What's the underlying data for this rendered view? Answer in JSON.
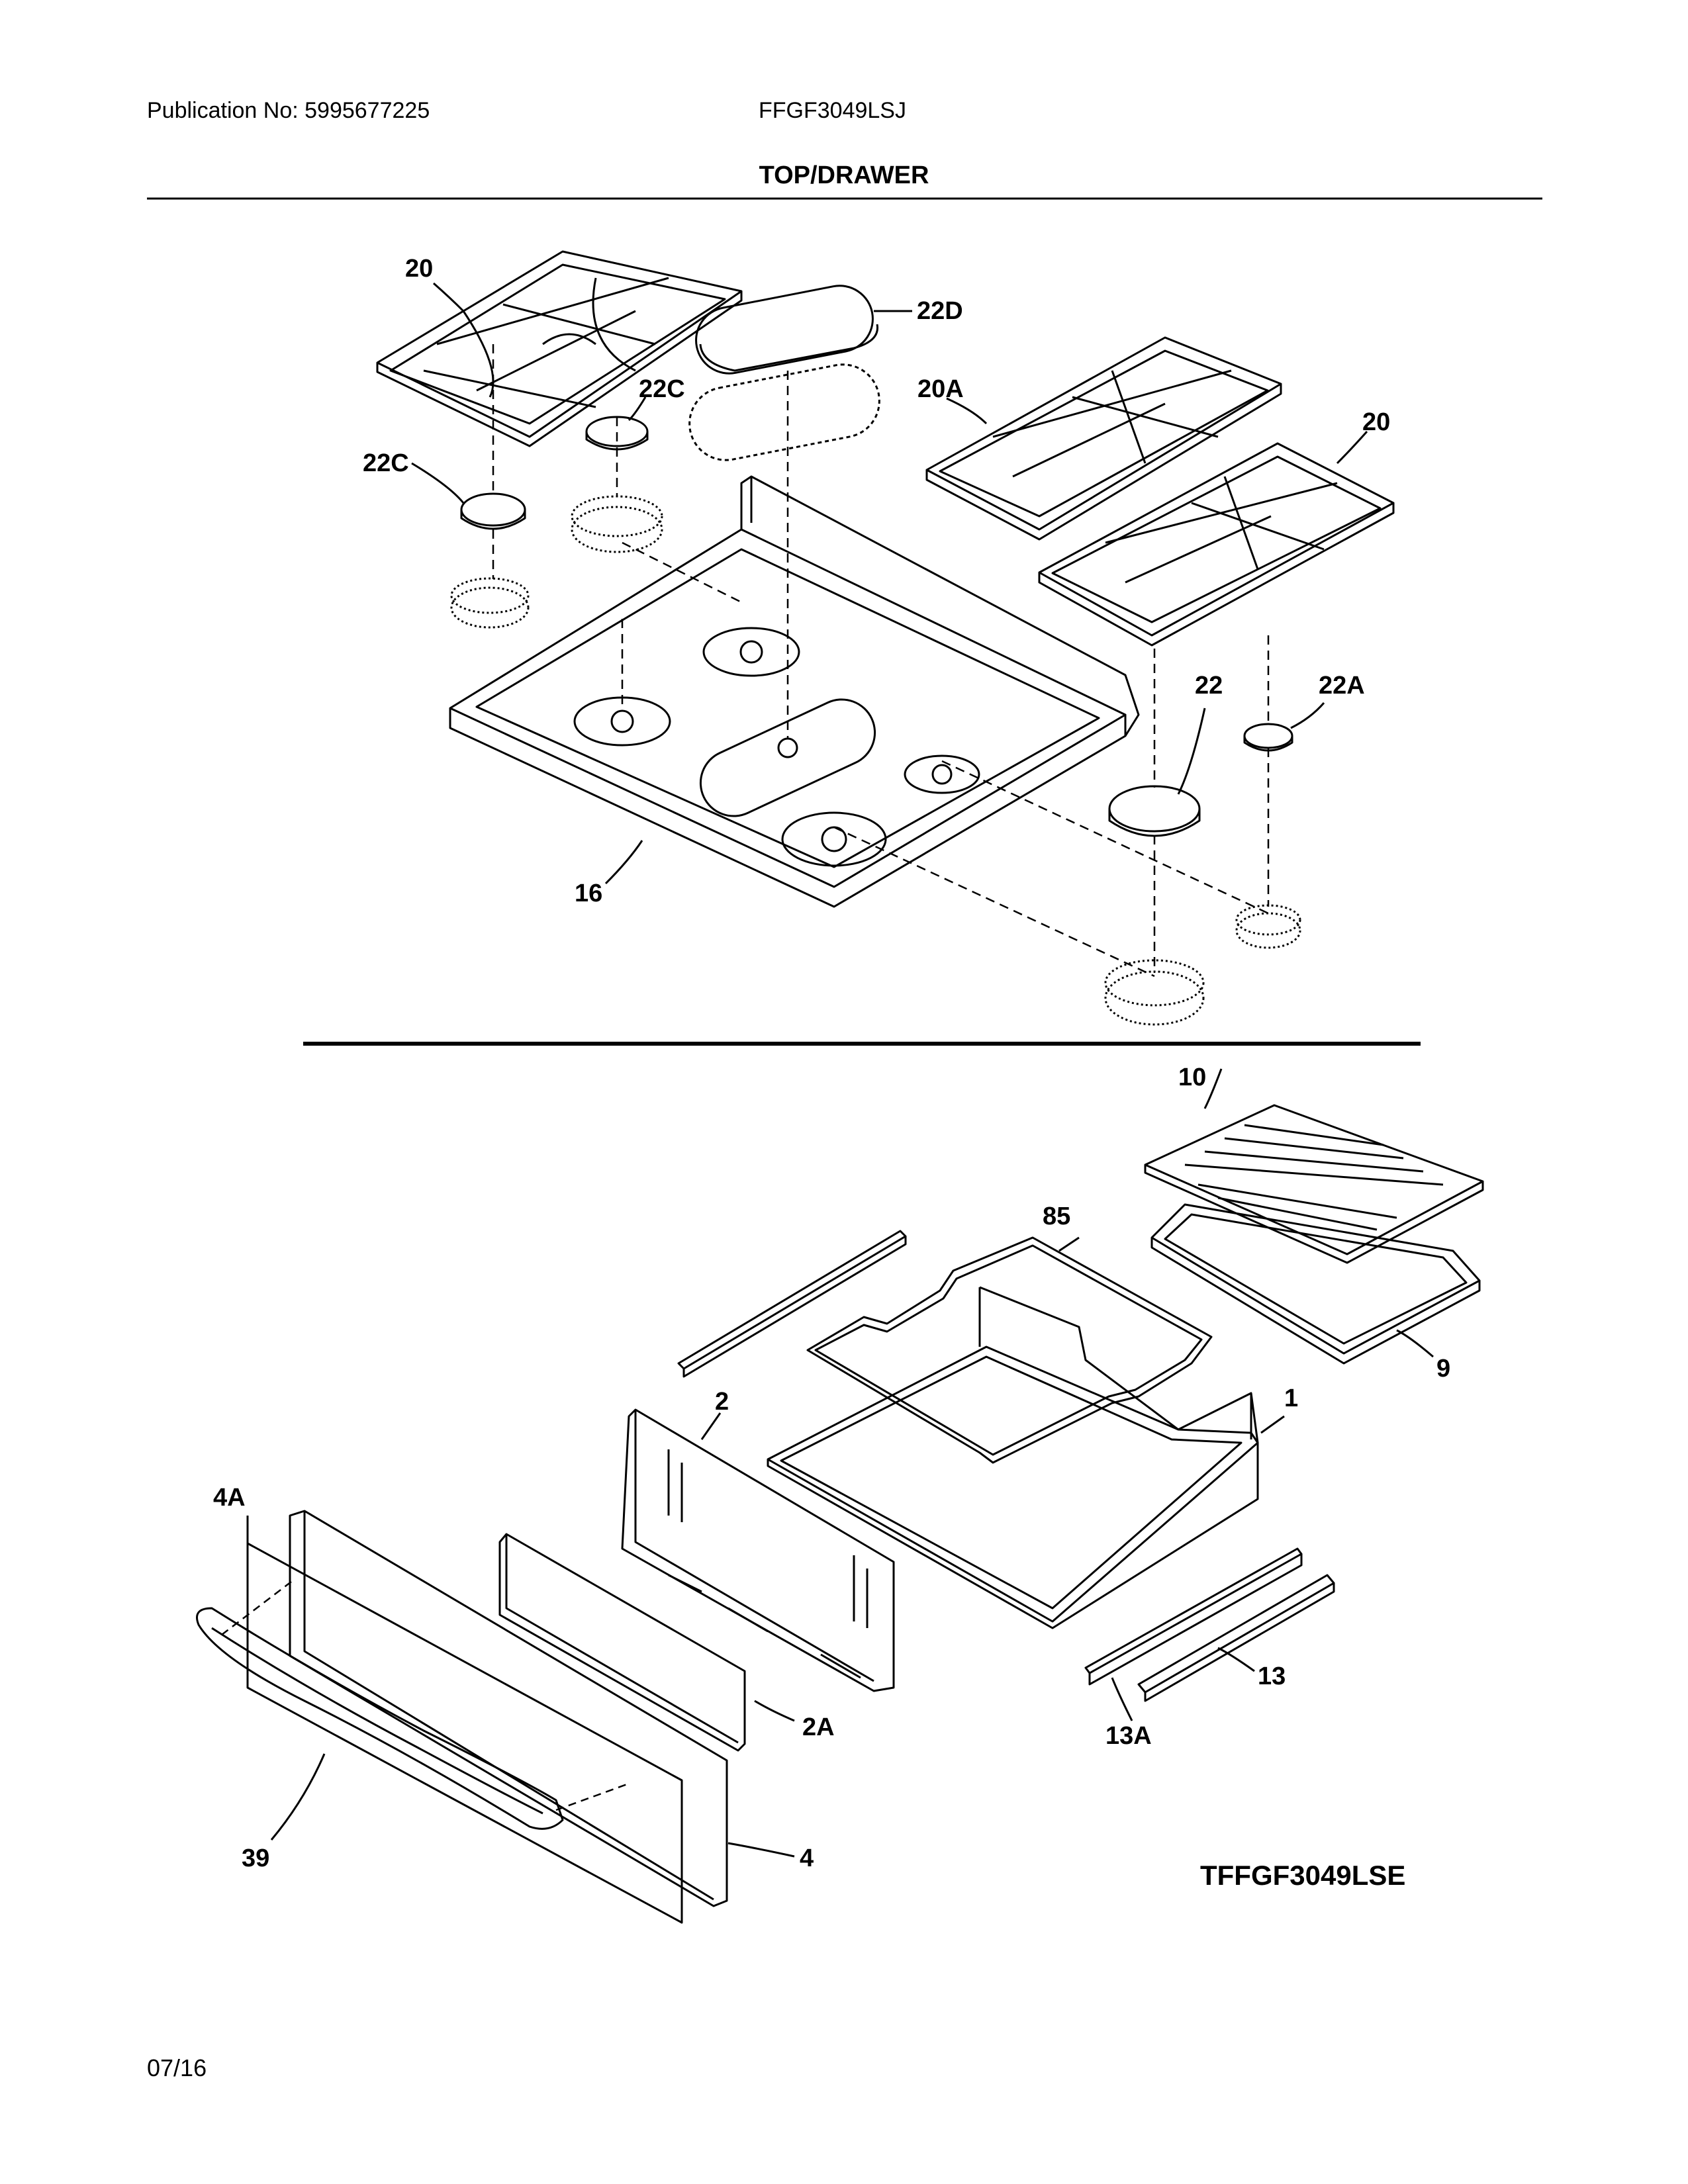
{
  "header": {
    "publication": "Publication No: 5995677225",
    "model": "FFGF3049LSJ",
    "section": "TOP/DRAWER"
  },
  "footer": {
    "date": "07/16"
  },
  "diagram": {
    "reference_code": "TFFGF3049LSE",
    "callouts": {
      "grate_left": "20",
      "cap_oval": "22D",
      "cap_rear_left": "22C",
      "cap_front_left": "22C",
      "grate_center": "20A",
      "grate_right": "20",
      "cap_large": "22",
      "cap_small": "22A",
      "cooktop": "16",
      "broiler_grid": "10",
      "broiler_frame": "85",
      "broiler_pan": "9",
      "drawer_body": "1",
      "drawer_back": "2",
      "drawer_door_outer": "4A",
      "drawer_liner": "2A",
      "drawer_front": "4",
      "handle": "39",
      "slide": "13",
      "slide_rail": "13A"
    }
  }
}
